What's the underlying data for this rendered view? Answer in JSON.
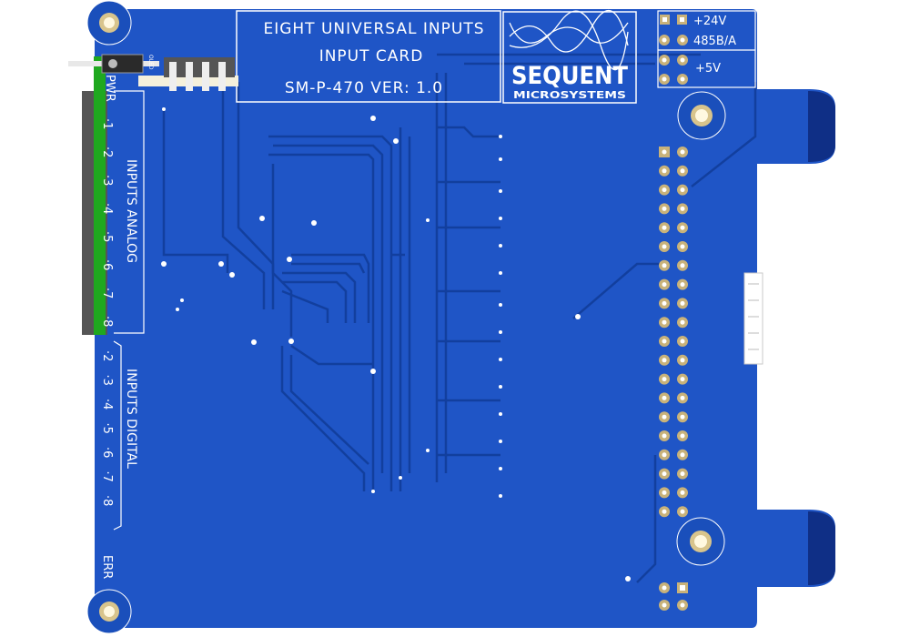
{
  "title_box": {
    "line1": "EIGHT UNIVERSAL INPUTS",
    "line2": "INPUT CARD",
    "line3": "SM-P-470 VER: 1.0"
  },
  "logo": {
    "name": "SEQUENT",
    "sub": "MICROSYSTEMS"
  },
  "power": {
    "v24": "+24V",
    "rs485": "485B/A",
    "v5": "+5V"
  },
  "left_labels": {
    "oled": "OLED",
    "pwr": "PWR",
    "analog_title": "INPUTS ANALOG",
    "digital_title": "INPUTS DIGITAL",
    "err": "ERR",
    "analog_numbers": [
      "1",
      "2",
      "3",
      "4",
      "5",
      "6",
      "7",
      "8"
    ],
    "digital_numbers": [
      "2",
      "3",
      "4",
      "5",
      "6",
      "7",
      "8"
    ]
  },
  "colors": {
    "board": "#1f55c6",
    "board_dark": "#103a99",
    "trace": "#123f9e",
    "pad_gold": "#c8b27a",
    "silkscreen": "#ffffff",
    "connector_green": "#1fa81f",
    "connector_grey": "#555555"
  }
}
